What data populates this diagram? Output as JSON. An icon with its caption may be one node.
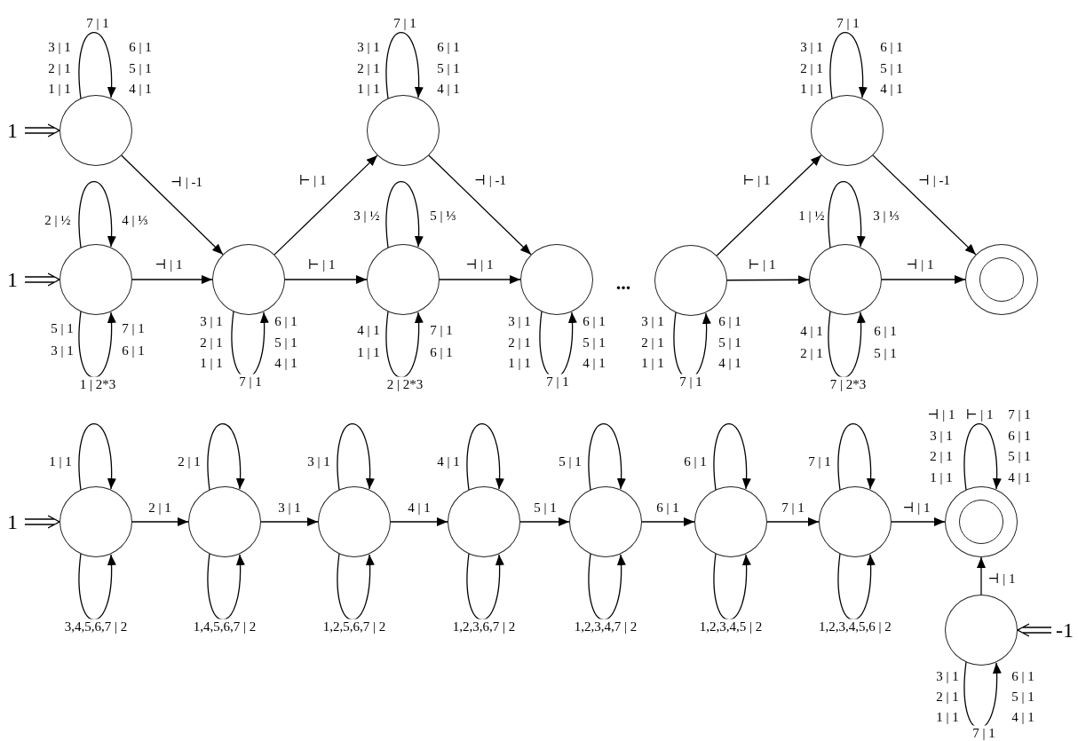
{
  "diagram": {
    "nodes": [
      {
        "text": [],
        "shape": "circle"
      },
      {
        "text": [],
        "shape": "circle"
      },
      {
        "text": [],
        "shape": "circle"
      },
      {
        "text": [],
        "shape": "circle"
      },
      {
        "text": [],
        "shape": "circle"
      },
      {
        "text": [],
        "shape": "circle"
      },
      {
        "text": [],
        "shape": "circle"
      },
      {
        "text": [],
        "shape": "circle"
      },
      {
        "text": [],
        "shape": "circle"
      },
      {
        "text": [],
        "shape": "double-circle"
      },
      {
        "text": [],
        "shape": "circle"
      },
      {
        "text": [],
        "shape": "circle"
      },
      {
        "text": [],
        "shape": "circle"
      },
      {
        "text": [],
        "shape": "circle"
      },
      {
        "text": [],
        "shape": "circle"
      },
      {
        "text": [],
        "shape": "circle"
      },
      {
        "text": [],
        "shape": "circle"
      },
      {
        "text": [],
        "shape": "double-circle"
      },
      {
        "text": [],
        "shape": "circle"
      }
    ],
    "edges": [
      {
        "from": null,
        "to": 0,
        "arrow": "to",
        "label": "1"
      },
      {
        "from": null,
        "to": 1,
        "arrow": "to",
        "label": "1"
      },
      {
        "from": null,
        "to": 10,
        "arrow": "to",
        "label": "1"
      },
      {
        "from": null,
        "to": 18,
        "arrow": "to",
        "label": "-1"
      },
      {
        "from": 0,
        "to": 0,
        "arrow": "to",
        "label": "7 | 1"
      },
      {
        "from": 0,
        "to": 2,
        "arrow": "to",
        "label": "⊣ | -1"
      },
      {
        "from": 1,
        "to": 1,
        "arrow": "to"
      },
      {
        "from": 1,
        "to": 1,
        "arrow": "to",
        "label": "1 | 2*3"
      },
      {
        "from": 1,
        "to": 2,
        "arrow": "to",
        "label": "⊣ | 1"
      },
      {
        "from": 2,
        "to": 2,
        "arrow": "to",
        "label": "7 | 1"
      },
      {
        "from": 2,
        "to": 3,
        "arrow": "to",
        "label": "⊢ | 1"
      },
      {
        "from": 2,
        "to": 4,
        "arrow": "to",
        "label": "⊢ | 1"
      },
      {
        "from": 3,
        "to": 3,
        "arrow": "to",
        "label": "7 | 1"
      },
      {
        "from": 3,
        "to": 5,
        "arrow": "to",
        "label": "⊣ | -1"
      },
      {
        "from": 4,
        "to": 4,
        "arrow": "to"
      },
      {
        "from": 4,
        "to": 4,
        "arrow": "to",
        "label": "2 | 2*3"
      },
      {
        "from": 4,
        "to": 5,
        "arrow": "to",
        "label": "⊣ | 1"
      },
      {
        "from": 5,
        "to": 5,
        "arrow": "to",
        "label": "7 | 1"
      },
      {
        "from": 6,
        "to": 6,
        "arrow": "to",
        "label": "7 | 1"
      },
      {
        "from": 6,
        "to": 7,
        "arrow": "to",
        "label": "⊢ | 1"
      },
      {
        "from": 6,
        "to": 8,
        "arrow": "to",
        "label": "⊢ | 1"
      },
      {
        "from": 7,
        "to": 7,
        "arrow": "to",
        "label": "7 | 1"
      },
      {
        "from": 7,
        "to": 9,
        "arrow": "to",
        "label": "⊣ | -1"
      },
      {
        "from": 8,
        "to": 8,
        "arrow": "to"
      },
      {
        "from": 8,
        "to": 8,
        "arrow": "to",
        "label": "7 | 2*3"
      },
      {
        "from": 8,
        "to": 9,
        "arrow": "to",
        "label": "⊣ | 1"
      },
      {
        "from": 10,
        "to": 10,
        "arrow": "to",
        "label": "1 | 1"
      },
      {
        "from": 10,
        "to": 10,
        "arrow": "to",
        "label": "3,4,5,6,7 | 2"
      },
      {
        "from": 10,
        "to": 11,
        "arrow": "to",
        "label": "2 | 1"
      },
      {
        "from": 11,
        "to": 11,
        "arrow": "to",
        "label": "2 | 1"
      },
      {
        "from": 11,
        "to": 11,
        "arrow": "to",
        "label": "1,4,5,6,7 | 2"
      },
      {
        "from": 11,
        "to": 12,
        "arrow": "to",
        "label": "3 | 1"
      },
      {
        "from": 12,
        "to": 12,
        "arrow": "to",
        "label": "3 | 1"
      },
      {
        "from": 12,
        "to": 12,
        "arrow": "to",
        "label": "1,2,5,6,7 | 2"
      },
      {
        "from": 12,
        "to": 13,
        "arrow": "to",
        "label": "4 | 1"
      },
      {
        "from": 13,
        "to": 13,
        "arrow": "to",
        "label": "4 | 1"
      },
      {
        "from": 13,
        "to": 13,
        "arrow": "to",
        "label": "1,2,3,6,7 | 2"
      },
      {
        "from": 13,
        "to": 14,
        "arrow": "to",
        "label": "5 | 1"
      },
      {
        "from": 14,
        "to": 14,
        "arrow": "to",
        "label": "5 | 1"
      },
      {
        "from": 14,
        "to": 14,
        "arrow": "to",
        "label": "1,2,3,4,7 | 2"
      },
      {
        "from": 14,
        "to": 15,
        "arrow": "to",
        "label": "6 | 1"
      },
      {
        "from": 15,
        "to": 15,
        "arrow": "to",
        "label": "6 | 1"
      },
      {
        "from": 15,
        "to": 15,
        "arrow": "to",
        "label": "1,2,3,4,5 | 2"
      },
      {
        "from": 15,
        "to": 16,
        "arrow": "to",
        "label": "7 | 1"
      },
      {
        "from": 16,
        "to": 16,
        "arrow": "to",
        "label": "7 | 1"
      },
      {
        "from": 16,
        "to": 16,
        "arrow": "to",
        "label": "1,2,3,4,5,6 | 2"
      },
      {
        "from": 16,
        "to": 17,
        "arrow": "to",
        "label": "⊣ | 1"
      },
      {
        "from": 17,
        "to": 17,
        "arrow": "to",
        "label": "⊢ | 1"
      },
      {
        "from": 18,
        "to": 17,
        "arrow": "to",
        "label": "⊣ | 1"
      },
      {
        "from": 18,
        "to": 18,
        "arrow": "to",
        "label": "7 | 1"
      }
    ],
    "labels": [
      "3 | 1",
      "2 | 1",
      "1 | 1",
      "6 | 1",
      "5 | 1",
      "4 | 1",
      "2 | ½",
      "4 | ⅓",
      "3 | 1",
      "2 | 1",
      "1 | 1",
      "6 | 1",
      "5 | 1",
      "4 | 1",
      "3 | ½",
      "5 | ⅓",
      "3 | 1",
      "2 | 1",
      "1 | 1",
      "6 | 1",
      "5 | 1",
      "4 | 1",
      "1 | ½",
      "3 | ⅓",
      "5 | 1",
      "3 | 1",
      "7 | 1",
      "6 | 1",
      "3 | 1",
      "2 | 1",
      "1 | 1",
      "6 | 1",
      "5 | 1",
      "4 | 1",
      "4 | 1",
      "1 | 1",
      "7 | 1",
      "6 | 1",
      "3 | 1",
      "2 | 1",
      "1 | 1",
      "6 | 1",
      "5 | 1",
      "4 | 1",
      "...",
      "3 | 1",
      "2 | 1",
      "1 | 1",
      "6 | 1",
      "5 | 1",
      "4 | 1",
      "4 | 1",
      "2 | 1",
      "6 | 1",
      "5 | 1",
      "⊣ | 1",
      "3 | 1",
      "2 | 1",
      "1 | 1",
      "7 | 1",
      "6 | 1",
      "5 | 1",
      "4 | 1",
      "3 | 1",
      "2 | 1",
      "1 | 1",
      "6 | 1",
      "5 | 1",
      "4 | 1"
    ]
  }
}
